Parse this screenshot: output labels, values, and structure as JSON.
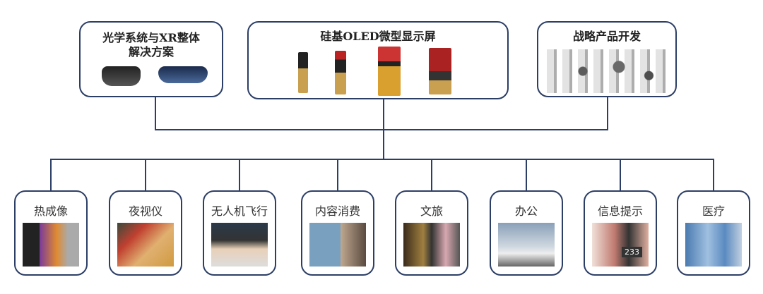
{
  "top": [
    {
      "title": "光学系统与XR整体解决方案",
      "line1": "光学系统与XR整体",
      "line2": "解决方案"
    },
    {
      "title": "硅基OLED微型显示屏"
    },
    {
      "title": "战略产品开发"
    }
  ],
  "applications": [
    {
      "label": "热成像"
    },
    {
      "label": "夜视仪"
    },
    {
      "label": "无人机飞行"
    },
    {
      "label": "内容消费"
    },
    {
      "label": "文旅"
    },
    {
      "label": "办公"
    },
    {
      "label": "信息提示"
    },
    {
      "label": "医疗"
    }
  ],
  "hud_reading": "233",
  "colors": {
    "border": "#2c3e66"
  }
}
